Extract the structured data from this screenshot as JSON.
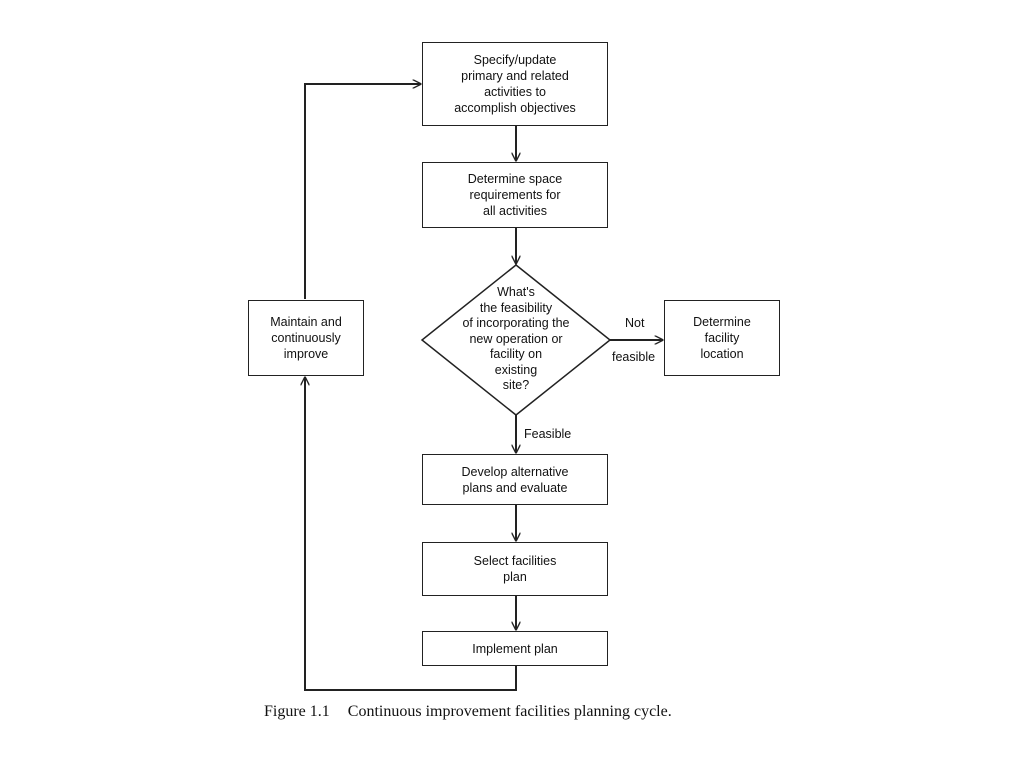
{
  "nodes": {
    "specify": {
      "lines": [
        "Specify/update",
        "primary and related",
        "activities to",
        "accomplish objectives"
      ]
    },
    "space": {
      "lines": [
        "Determine space",
        "requirements for",
        "all activities"
      ]
    },
    "decision": {
      "lines": [
        "What's",
        "the feasibility",
        "of incorporating the",
        "new operation or",
        "facility on",
        "existing",
        "site?"
      ]
    },
    "location": {
      "lines": [
        "Determine",
        "facility",
        "location"
      ]
    },
    "develop": {
      "lines": [
        "Develop alternative",
        "plans and evaluate"
      ]
    },
    "select": {
      "lines": [
        "Select facilities",
        "plan"
      ]
    },
    "implement": {
      "lines": [
        "Implement plan"
      ]
    },
    "maintain": {
      "lines": [
        "Maintain and",
        "continuously",
        "improve"
      ]
    }
  },
  "edges": {
    "not_feasible": {
      "line1": "Not",
      "line2": "feasible"
    },
    "feasible": {
      "label": "Feasible"
    }
  },
  "caption": {
    "number": "Figure 1.1",
    "text": "Continuous improvement facilities planning cycle."
  },
  "colors": {
    "stroke": "#222222",
    "text": "#111111",
    "background": "#ffffff"
  }
}
